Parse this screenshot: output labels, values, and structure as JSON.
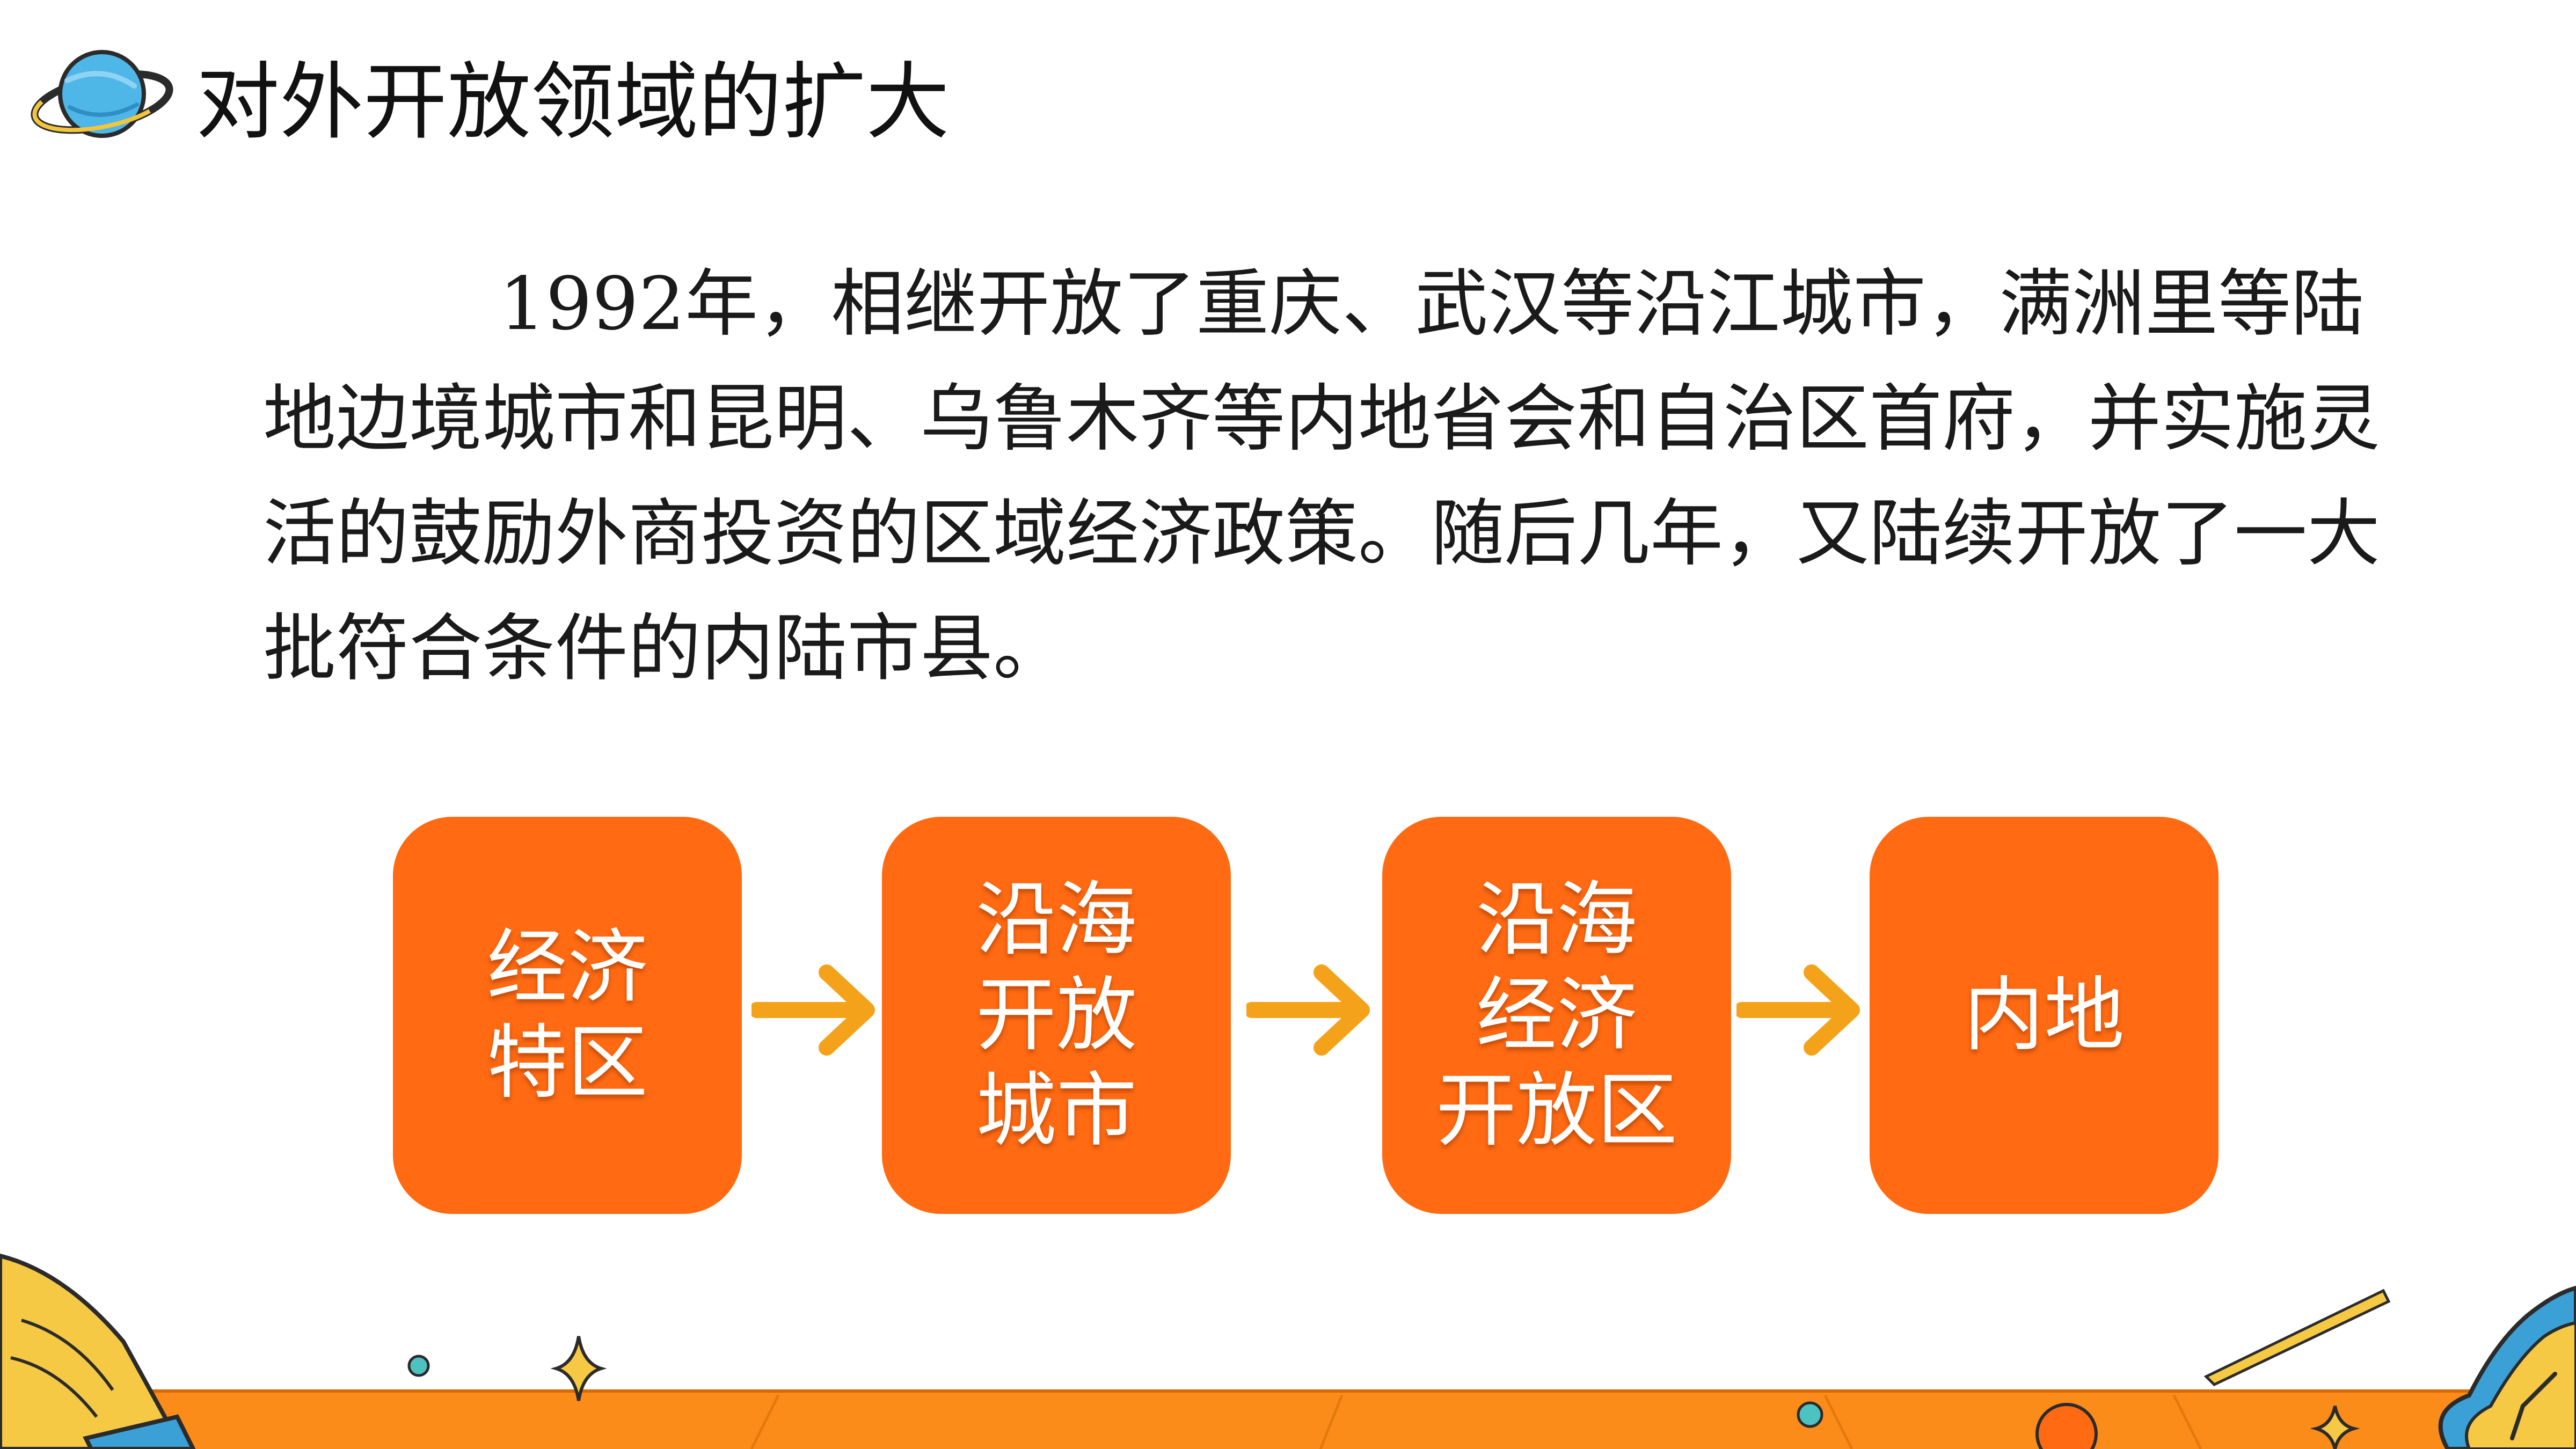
{
  "slide": {
    "title": "对外开放领域的扩大",
    "paragraph": "1992年，相继开放了重庆、武汉等沿江城市，满洲里等陆地边境城市和昆明、乌鲁木齐等内地省会和自治区首府，并实施灵活的鼓励外商投资的区域经济政策。随后几年，又陆续开放了一大批符合条件的内陆市县。",
    "flow": [
      {
        "label": "经济\n特区"
      },
      {
        "label": "沿海\n开放\n城市"
      },
      {
        "label": "沿海\n经济\n开放区"
      },
      {
        "label": "内地"
      }
    ]
  },
  "colors": {
    "box": "#ff6a12",
    "arrow": "#f5a21b",
    "band": "#fb8c1a",
    "planet": "#4fb6e8",
    "ring": "#f2c53d"
  },
  "icons": [
    "planet-icon",
    "arrow-right-icon",
    "book-icon",
    "sparkle-icon",
    "clock-icon",
    "shooting-star-icon"
  ]
}
